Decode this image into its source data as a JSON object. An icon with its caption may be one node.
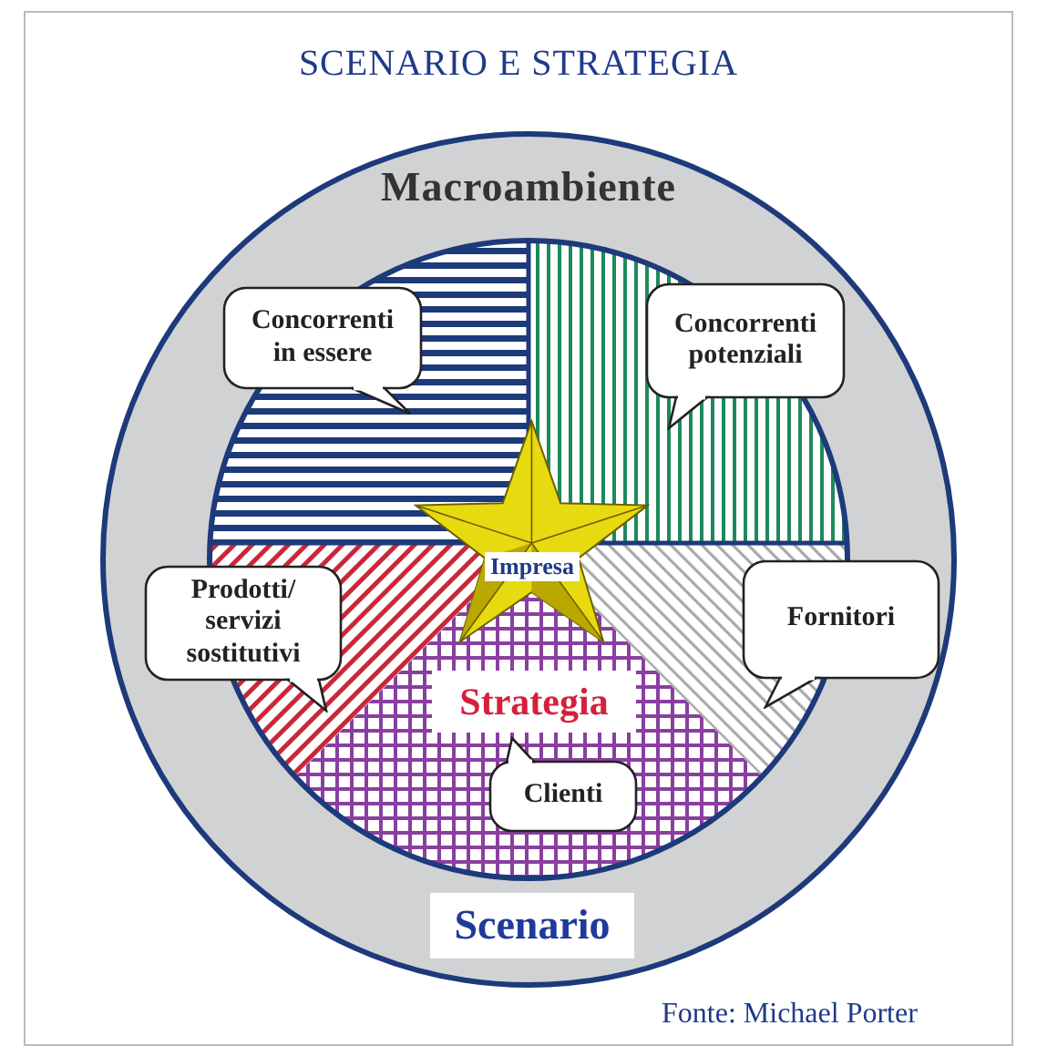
{
  "diagram": {
    "title": "SCENARIO E STRATEGIA",
    "caption": "Fonte: Michael Porter",
    "nodes": [
      {
        "text": [
          "Macroambiente"
        ]
      },
      {
        "text": [
          "Concorrenti in essere"
        ],
        "in": 0
      },
      {
        "text": [
          "Concorrenti potenziali"
        ],
        "in": 0
      },
      {
        "text": [
          "Impresa"
        ],
        "in": 0
      },
      {
        "text": [
          "Prodotti/ servizi sostitutivi"
        ],
        "in": 0
      },
      {
        "text": [
          "Fornitori"
        ],
        "in": 0
      },
      {
        "text": [
          "Strategia"
        ],
        "in": 0
      },
      {
        "text": [
          "Clienti"
        ],
        "in": 0
      },
      {
        "text": [
          "Scenario"
        ],
        "in": 0
      }
    ]
  }
}
